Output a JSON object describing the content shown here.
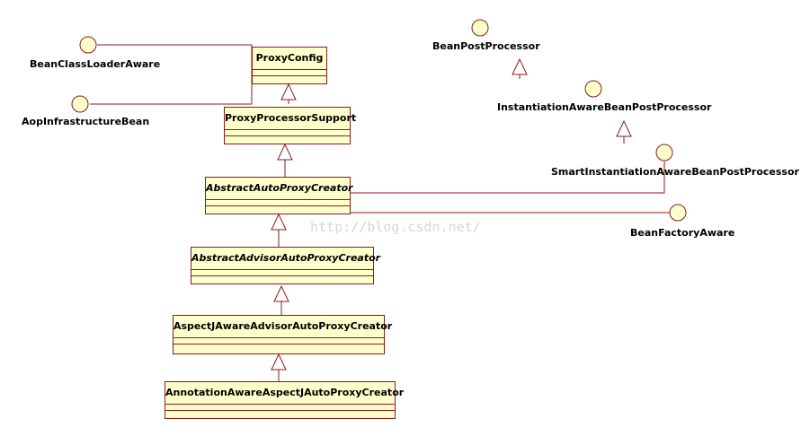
{
  "diagram": {
    "classes": {
      "proxy_config": "ProxyConfig",
      "proxy_processor_support": "ProxyProcessorSupport",
      "abstract_auto_proxy_creator": "AbstractAutoProxyCreator",
      "abstract_advisor_auto_proxy_creator": "AbstractAdvisorAutoProxyCreator",
      "aspectj_aware_advisor_auto_proxy_creator": "AspectJAwareAdvisorAutoProxyCreator",
      "annotation_aware_aspectj_auto_proxy_creator": "AnnotationAwareAspectJAutoProxyCreator"
    },
    "interfaces": {
      "bean_class_loader_aware": "BeanClassLoaderAware",
      "aop_infrastructure_bean": "AopInfrastructureBean",
      "bean_post_processor": "BeanPostProcessor",
      "instantiation_aware_bean_post_processor": "InstantiationAwareBeanPostProcessor",
      "smart_instantiation_aware_bean_post_processor": "SmartInstantiationAwareBeanPostProcessor",
      "bean_factory_aware": "BeanFactoryAware"
    },
    "watermark": "http://blog.csdn.net/",
    "colors": {
      "class_fill": "#ffffcc",
      "line": "#8b1a1a",
      "watermark": "#d6d6d6"
    }
  }
}
